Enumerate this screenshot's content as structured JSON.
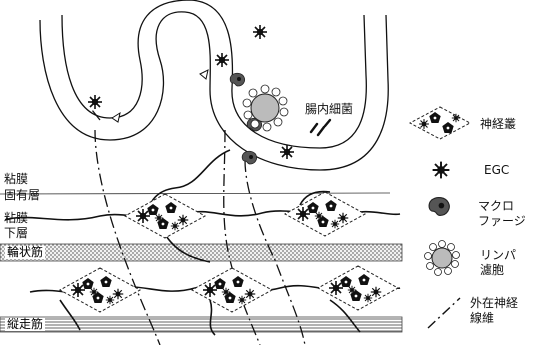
{
  "labels": {
    "lumen_bacteria": "腸内細菌",
    "lamina_propria_line1": "粘膜",
    "lamina_propria_line2": "固有層",
    "submucosa_line1": "粘膜",
    "submucosa_line2": "下層",
    "circular_muscle": "輪状筋",
    "longitudinal_muscle": "縦走筋"
  },
  "legend": [
    {
      "icon": "neural-plexus-icon",
      "label": "神経叢"
    },
    {
      "icon": "egc-icon",
      "label": "EGC"
    },
    {
      "icon": "macrophage-icon",
      "label": "マクロ\nファージ"
    },
    {
      "icon": "lymph-follicle-icon",
      "label": "リンパ\n濾胞"
    },
    {
      "icon": "extrinsic-nerve-icon",
      "label": "外在神経\n線維"
    }
  ]
}
